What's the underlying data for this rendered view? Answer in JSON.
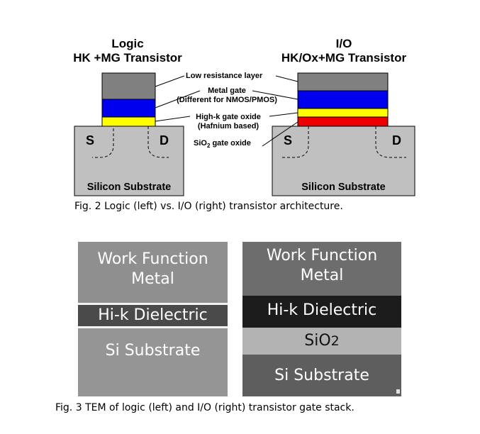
{
  "fig2": {
    "left_title_line1": "Logic",
    "left_title_line2": "HK +MG Transistor",
    "right_title_line1": "I/O",
    "right_title_line2": "HK/Ox+MG Transistor",
    "labels": {
      "low_resistance": "Low resistance layer",
      "metal_gate_line1": "Metal gate",
      "metal_gate_line2": "(Different for NMOS/PMOS)",
      "highk_line1": "High-k gate oxide",
      "highk_line2": "(Hafnium based)",
      "sio2_prefix": "SiO",
      "sio2_sub": "2",
      "sio2_suffix": " gate oxide"
    },
    "source": "S",
    "drain": "D",
    "substrate": "Silicon Substrate",
    "caption": "Fig. 2 Logic (left) vs. I/O (right) transistor architecture.",
    "colors": {
      "low_resistance": "#808080",
      "metal_gate": "#0000ee",
      "high_k": "#ffff00",
      "sio2": "#ee0000",
      "substrate": "#c0c0c0"
    }
  },
  "fig3": {
    "left": {
      "work_function_line1": "Work Function",
      "work_function_line2": "Metal",
      "dielectric": "Hi-k Dielectric",
      "substrate": "Si Substrate"
    },
    "right": {
      "work_function_line1": "Work Function",
      "work_function_line2": "Metal",
      "dielectric": "Hi-k Dielectric",
      "sio2_prefix": "SiO",
      "sio2_sub": "2",
      "substrate": "Si Substrate"
    },
    "caption": "Fig. 3 TEM of logic (left) and I/O (right) transistor gate stack."
  }
}
